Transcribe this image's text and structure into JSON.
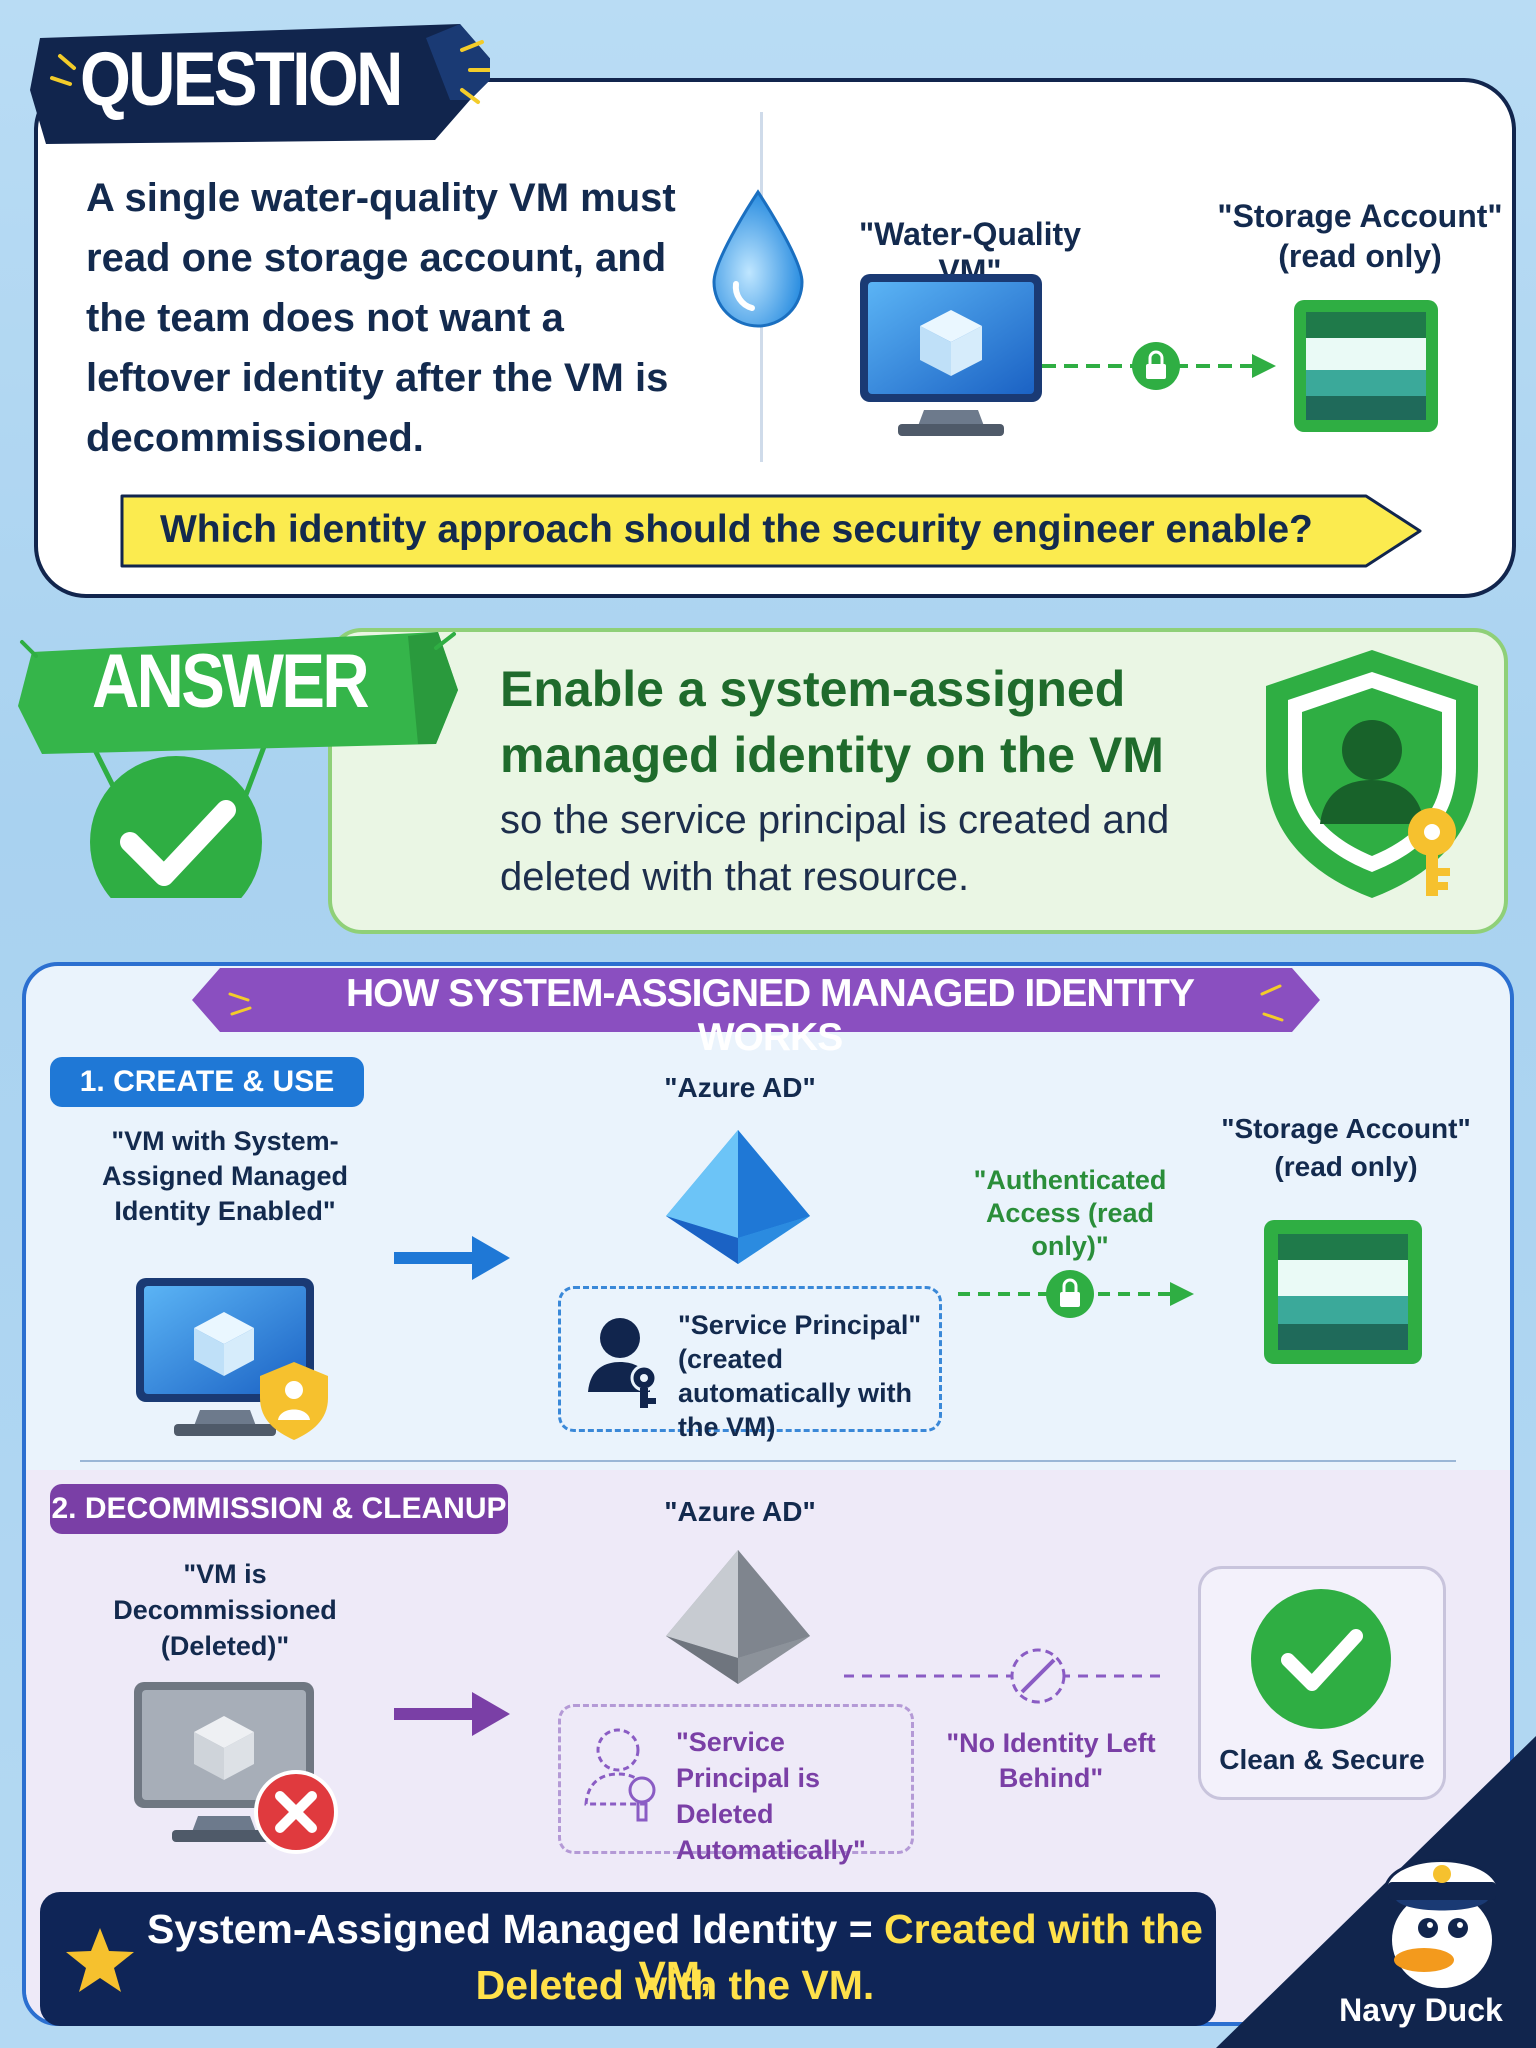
{
  "question": {
    "badge": "QUESTION",
    "text": "A single water-quality VM must read one storage account, and the team does not want a leftover identity after the VM is decommissioned.",
    "vm_label": "\"Water-Quality VM\"",
    "storage_label_1": "\"Storage Account\"",
    "storage_label_2": "(read only)",
    "prompt": "Which identity approach should the security engineer enable?"
  },
  "answer": {
    "badge": "ANSWER",
    "title": "Enable a system-assigned managed identity on the VM",
    "subtitle": "so the service principal is created and deleted with that resource."
  },
  "how": {
    "title": "HOW SYSTEM-ASSIGNED MANAGED IDENTITY WORKS",
    "step1": {
      "label": "1. CREATE & USE",
      "vm_label": "\"VM with System-Assigned Managed Identity Enabled\"",
      "aad_label": "\"Azure AD\"",
      "sp_title": "\"Service Principal\"",
      "sp_note": "(created automatically with the VM)",
      "access_label": "\"Authenticated Access (read only)\"",
      "storage_label_1": "\"Storage Account\"",
      "storage_label_2": "(read only)"
    },
    "step2": {
      "label": "2. DECOMMISSION & CLEANUP",
      "vm_label": "\"VM is Decommissioned (Deleted)\"",
      "aad_label": "\"Azure AD\"",
      "sp_label": "\"Service Principal is Deleted Automatically\"",
      "no_identity": "\"No Identity Left Behind\"",
      "clean_label": "Clean & Secure"
    }
  },
  "summary": {
    "part1": "System-Assigned Managed Identity = ",
    "part2": "Created with the VM,",
    "part3": "Deleted with the VM."
  },
  "brand": "Navy Duck",
  "colors": {
    "navy": "#11254d",
    "green": "#2fae43",
    "blue": "#1f78d6",
    "purple": "#7a3fa6",
    "yellow": "#fbe94a"
  }
}
